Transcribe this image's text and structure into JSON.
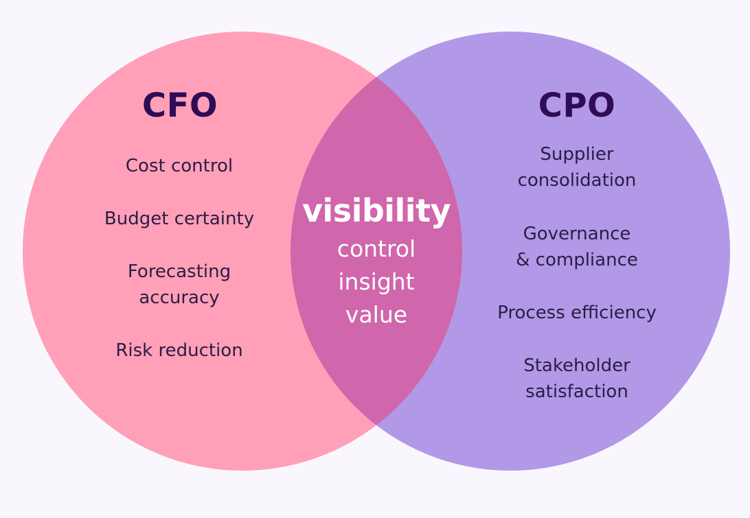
{
  "left": {
    "title": "CFO",
    "items": [
      [
        "Cost control"
      ],
      [
        "Budget certainty"
      ],
      [
        "Forecasting",
        "accuracy"
      ],
      [
        "Risk reduction"
      ]
    ]
  },
  "right": {
    "title": "CPO",
    "items": [
      [
        "Supplier",
        "consolidation"
      ],
      [
        "Governance",
        "& compliance"
      ],
      [
        "Process efficiency"
      ],
      [
        "Stakeholder",
        "satisfaction"
      ]
    ]
  },
  "center": {
    "main": "visibility",
    "subs": [
      "control",
      "insight",
      "value"
    ]
  },
  "colors": {
    "left_circle": "#ffa0b8",
    "right_circle": "#b199e7",
    "overlap": "#d066ab",
    "title": "#2e0c56",
    "text": "#2b1c45",
    "background": "#f9f7fd"
  }
}
